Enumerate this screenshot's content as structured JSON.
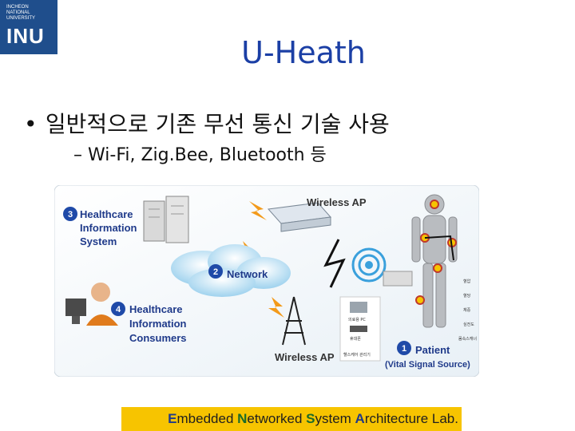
{
  "logo": {
    "line1": "INCHEON",
    "line2": "NATIONAL",
    "line3": "UNIVERSITY",
    "mark": "INU"
  },
  "slide": {
    "title": "U-Heath",
    "bullet1": "일반적으로 기존 무선 통신 기술 사용",
    "bullet2": "– Wi-Fi, Zig.Bee, Bluetooth 등"
  },
  "diagram": {
    "n3": "3",
    "label3": [
      "Healthcare",
      "Information",
      "System"
    ],
    "n2": "2",
    "label2": "Network",
    "n4": "4",
    "label4": [
      "Healthcare",
      "Information",
      "Consumers"
    ],
    "n1": "1",
    "label1a": "Patient",
    "label1b": "(Vital Signal Source)",
    "wireless_top": "Wireless AP",
    "wireless_bottom": "Wireless AP",
    "device1": "의료용 PC",
    "device2": "휴대폰",
    "device3": "헬스케어 관리기",
    "device_list": [
      "혈압",
      "혈당",
      "체중",
      "심전도",
      "몸속스캐너"
    ]
  },
  "footer": {
    "E": "E",
    "e_rest": "mbedded ",
    "N": "N",
    "n_rest": "etworked ",
    "S": "S",
    "s_rest": "ystem ",
    "A": "A",
    "a_rest": "rchitecture Lab."
  },
  "colors": {
    "title": "#1b3fa5",
    "footer_bg": "#f7c400",
    "badge": "#1f4aa8",
    "logo_bg": "#1f4e8c"
  }
}
